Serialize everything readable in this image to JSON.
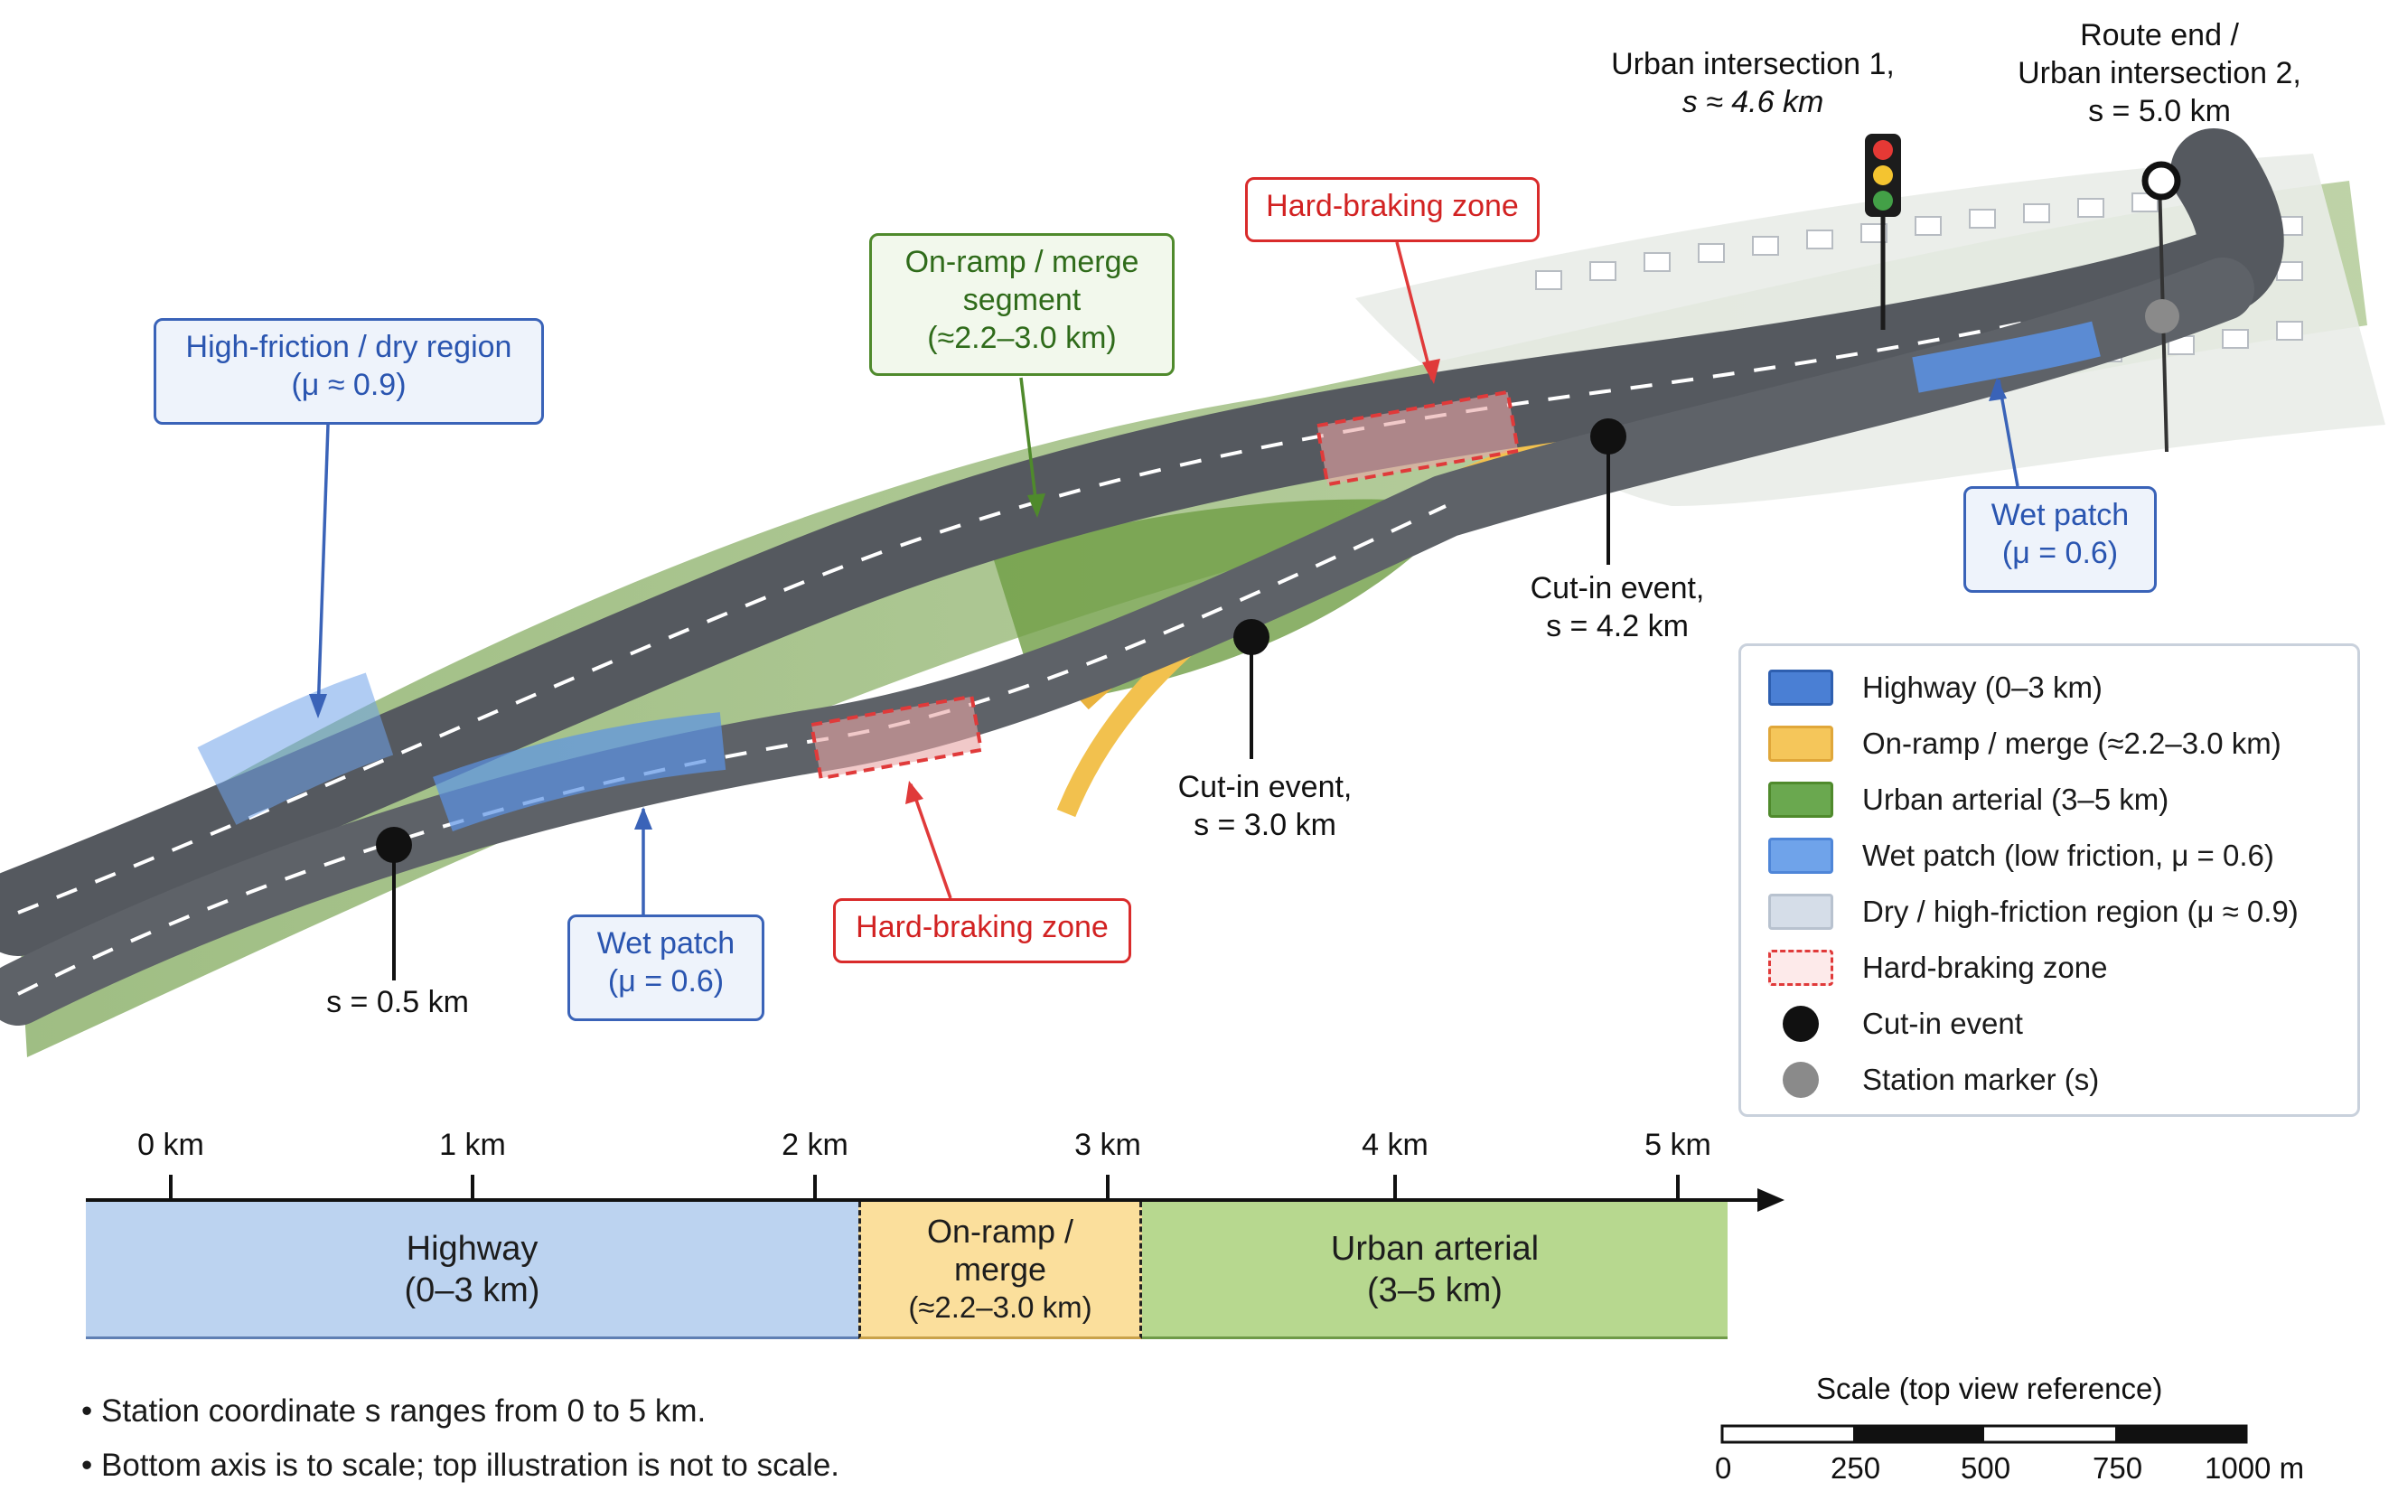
{
  "callouts": {
    "high_friction": "High-friction / dry region",
    "high_friction_mu": "(μ ≈ 0.9)",
    "onramp_line1": "On-ramp / merge",
    "onramp_line2": "segment",
    "onramp_line3": "(≈2.2–3.0 km)",
    "hard_braking_top": "Hard-braking zone",
    "hard_braking_bottom": "Hard-braking zone",
    "wet_patch_left": "Wet patch",
    "wet_patch_left_mu": "(μ = 0.6)",
    "wet_patch_right": "Wet patch",
    "wet_patch_right_mu": "(μ = 0.6)"
  },
  "labels": {
    "urban1_line1": "Urban intersection 1,",
    "urban1_line2": "s ≈ 4.6 km",
    "route_end_line1": "Route end /",
    "route_end_line2": "Urban intersection 2,",
    "route_end_line3": "s = 5.0 km",
    "s05": "s = 0.5 km",
    "cutin3_line1": "Cut-in event,",
    "cutin3_line2": "s = 3.0 km",
    "cutin42_line1": "Cut-in event,",
    "cutin42_line2": "s = 4.2 km"
  },
  "legend": {
    "items": [
      {
        "label": "Highway (0–3 km)",
        "color": "#4a7fd4",
        "kind": "swatch"
      },
      {
        "label": "On-ramp / merge (≈2.2–3.0 km)",
        "color": "#f5c65a",
        "kind": "swatch"
      },
      {
        "label": "Urban arterial (3–5 km)",
        "color": "#6aa84f",
        "kind": "swatch"
      },
      {
        "label": "Wet patch (low friction, μ = 0.6)",
        "color": "#6fa3ea",
        "kind": "swatch"
      },
      {
        "label": "Dry / high-friction region (μ ≈ 0.9)",
        "color": "#d5dde8",
        "kind": "swatch"
      },
      {
        "label": "Hard-braking zone",
        "color": "#e03a3a",
        "kind": "dashed"
      },
      {
        "label": "Cut-in event",
        "color": "#111111",
        "kind": "dot"
      },
      {
        "label": "Station marker (s)",
        "color": "#8a8a8a",
        "kind": "dot"
      }
    ]
  },
  "axis": {
    "ticks": [
      "0 km",
      "1 km",
      "2 km",
      "3 km",
      "4 km",
      "5 km"
    ]
  },
  "segments": {
    "highway_line1": "Highway",
    "highway_line2": "(0–3 km)",
    "onramp_line1": "On-ramp /",
    "onramp_line2": "merge",
    "onramp_line3": "(≈2.2–3.0 km)",
    "urban_line1": "Urban arterial",
    "urban_line2": "(3–5 km)"
  },
  "notes": [
    "• Station coordinate s ranges from 0 to 5 km.",
    "• Bottom axis is to scale; top illustration is not to scale."
  ],
  "scale": {
    "title": "Scale (top view reference)",
    "ticks": [
      "0",
      "250",
      "500",
      "750",
      "1000 m"
    ]
  },
  "colors": {
    "highway": "#bcd3f0",
    "onramp": "#fbdf9c",
    "urban": "#b7d88f",
    "road": "#55595f",
    "wet": "#5b93e6",
    "braking": "#e03a3a"
  }
}
